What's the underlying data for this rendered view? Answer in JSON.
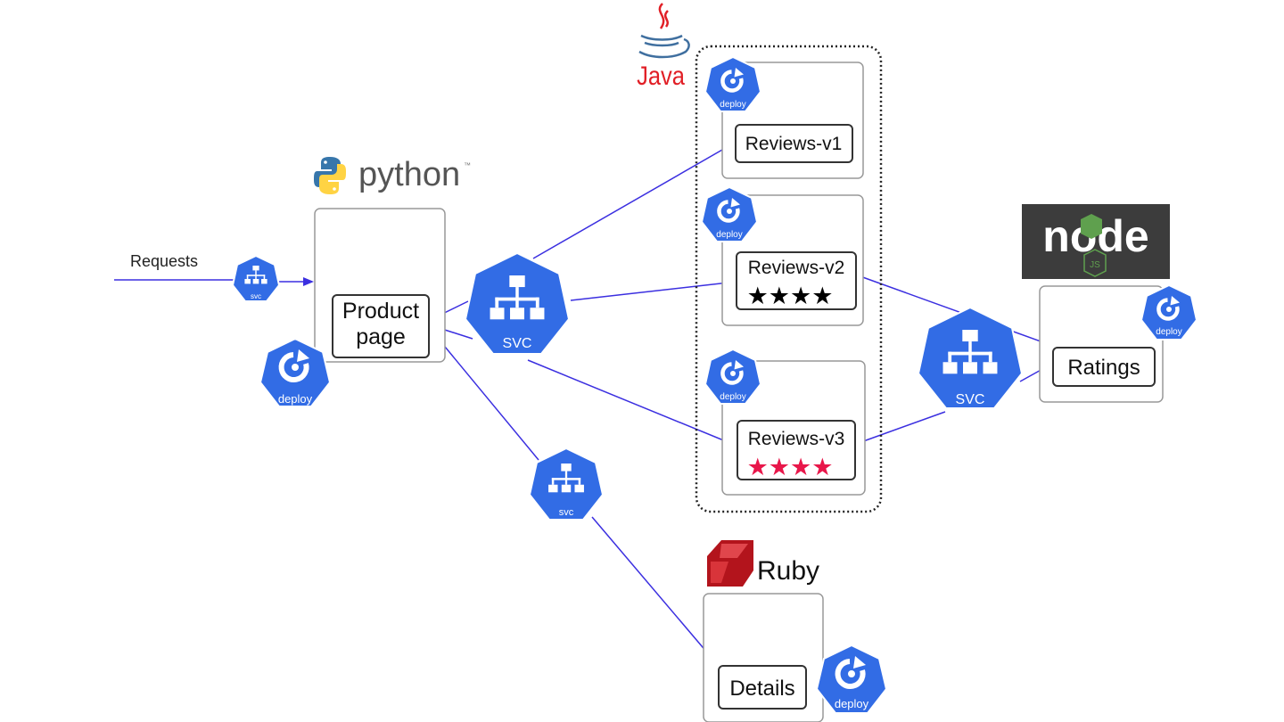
{
  "requests_label": "Requests",
  "languages": {
    "python": "python",
    "python_tm": "™",
    "java": "Java",
    "node": "node",
    "node_js": "JS",
    "ruby": "Ruby"
  },
  "services": {
    "productpage": "Product page",
    "productpage_line1": "Product",
    "productpage_line2": "page",
    "reviews_v1": "Reviews-v1",
    "reviews_v2": "Reviews-v2",
    "reviews_v3": "Reviews-v3",
    "ratings": "Ratings",
    "details": "Details"
  },
  "badges": {
    "svc": "svc",
    "svc_large": "SVC",
    "deploy": "deploy"
  },
  "stars": {
    "v2": "★★★★",
    "v3": "★★★★"
  },
  "colors": {
    "k8s_blue": "#326ce5",
    "arrow": "#3b2fe0",
    "java_red": "#e11f26",
    "star_black": "#000000",
    "star_red": "#e8174a",
    "ruby_red": "#b3141c",
    "node_bg": "#3c3c3c",
    "node_green": "#5fa04e",
    "python_blue": "#3776ab",
    "python_yellow": "#ffd343"
  },
  "icons": {
    "svc": "service-network-icon",
    "deploy": "deployment-rotate-icon"
  }
}
